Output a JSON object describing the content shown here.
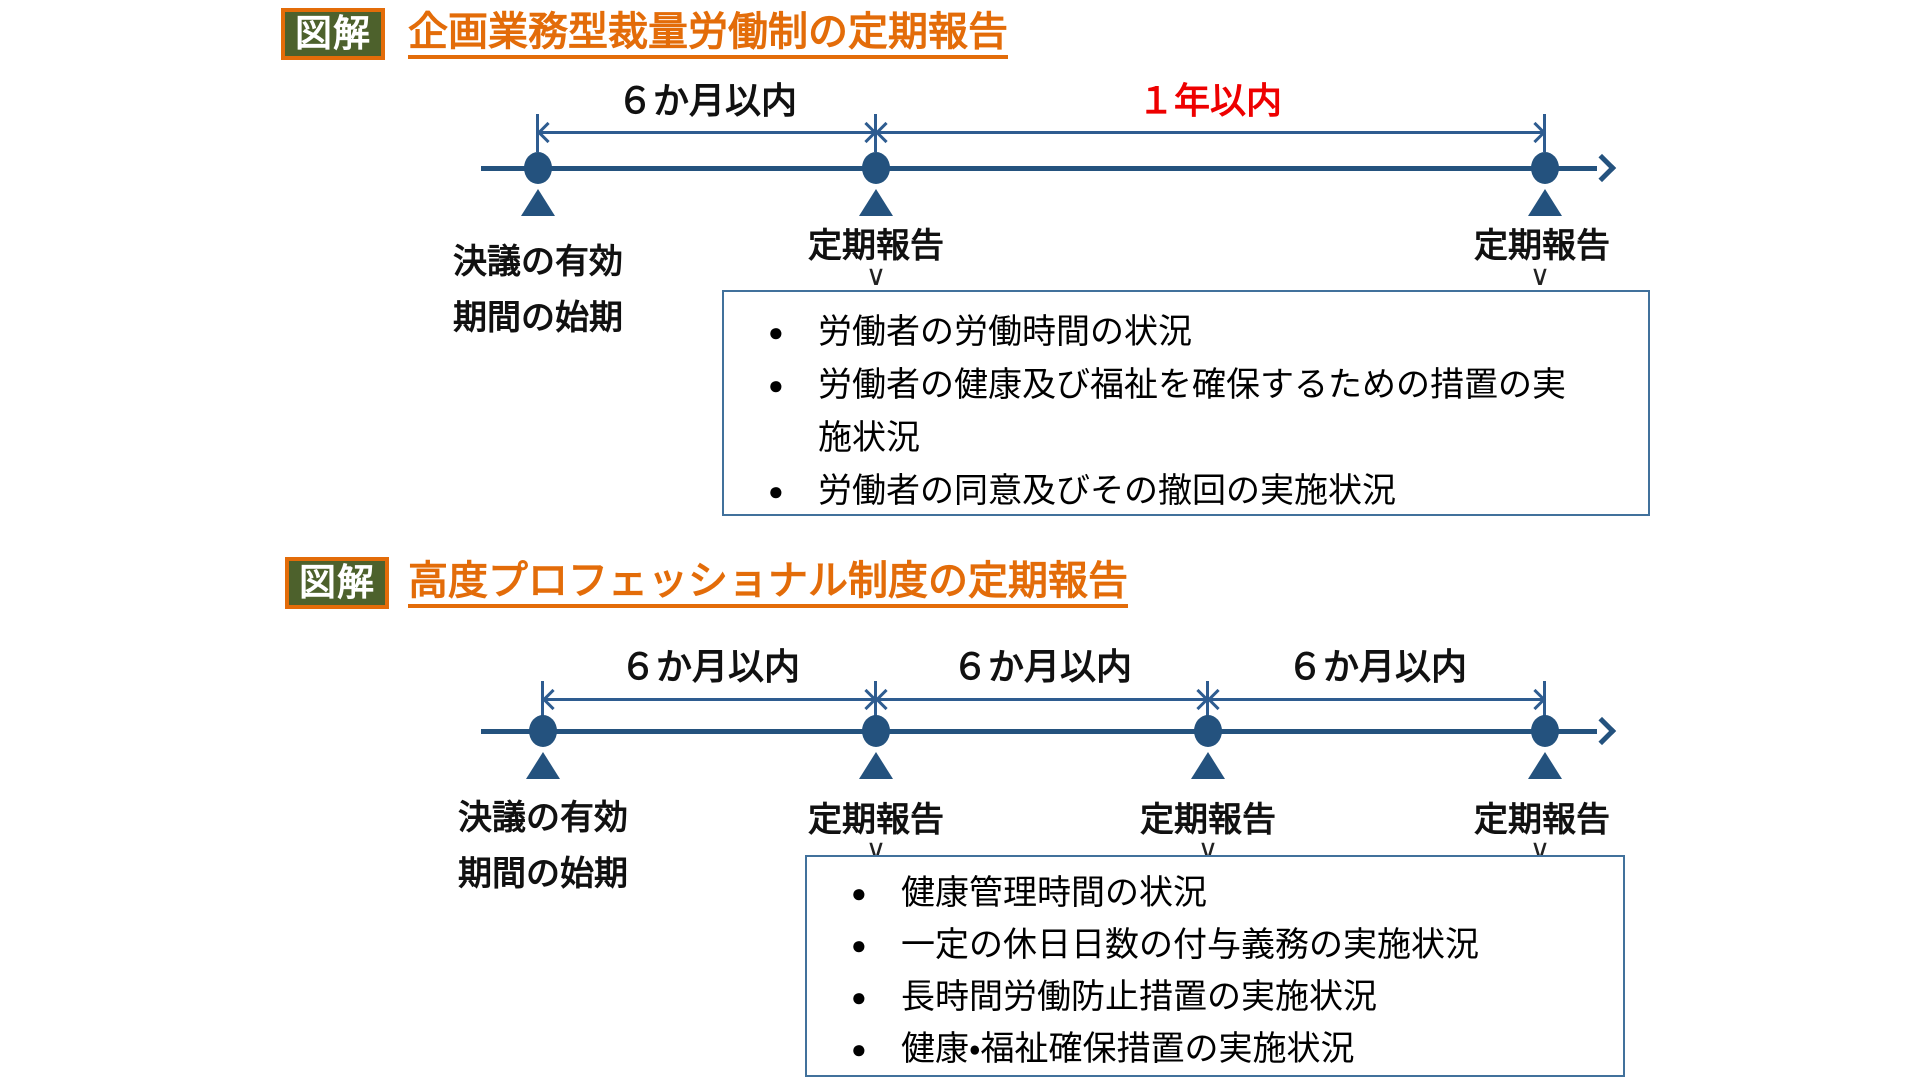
{
  "colors": {
    "orange": "#e36c09",
    "badge_green": "#4d612c",
    "navy": "#24527e",
    "navy_light": "#2e5c90",
    "box_border": "#41719c",
    "red": "#ee0000",
    "black": "#111111",
    "bg": "#ffffff"
  },
  "glyphs": {
    "bullet": "●",
    "chevron_down": "∨"
  },
  "diagram1": {
    "badge": "図解",
    "title": "企画業務型裁量労働制の定期報告",
    "intervals": [
      {
        "label": "６か月以内",
        "emphasis": false
      },
      {
        "label": "１年以内",
        "emphasis": true
      }
    ],
    "start_label": {
      "line1": "決議の有効",
      "line2": "期間の始期"
    },
    "reports": [
      {
        "label": "定期報告"
      },
      {
        "label": "定期報告"
      }
    ],
    "box_items": [
      "労働者の労働時間の状況",
      "労働者の健康及び福祉を確保するための措置の実施状況",
      "労働者の同意及びその撤回の実施状況"
    ]
  },
  "diagram2": {
    "badge": "図解",
    "title": "高度プロフェッショナル制度の定期報告",
    "intervals": [
      {
        "label": "６か月以内",
        "emphasis": false
      },
      {
        "label": "６か月以内",
        "emphasis": false
      },
      {
        "label": "６か月以内",
        "emphasis": false
      }
    ],
    "start_label": {
      "line1": "決議の有効",
      "line2": "期間の始期"
    },
    "reports": [
      {
        "label": "定期報告"
      },
      {
        "label": "定期報告"
      },
      {
        "label": "定期報告"
      }
    ],
    "box_items": [
      "健康管理時間の状況",
      "一定の休日日数の付与義務の実施状況",
      "長時間労働防止措置の実施状況",
      "健康・福祉確保措置の実施状況"
    ]
  }
}
